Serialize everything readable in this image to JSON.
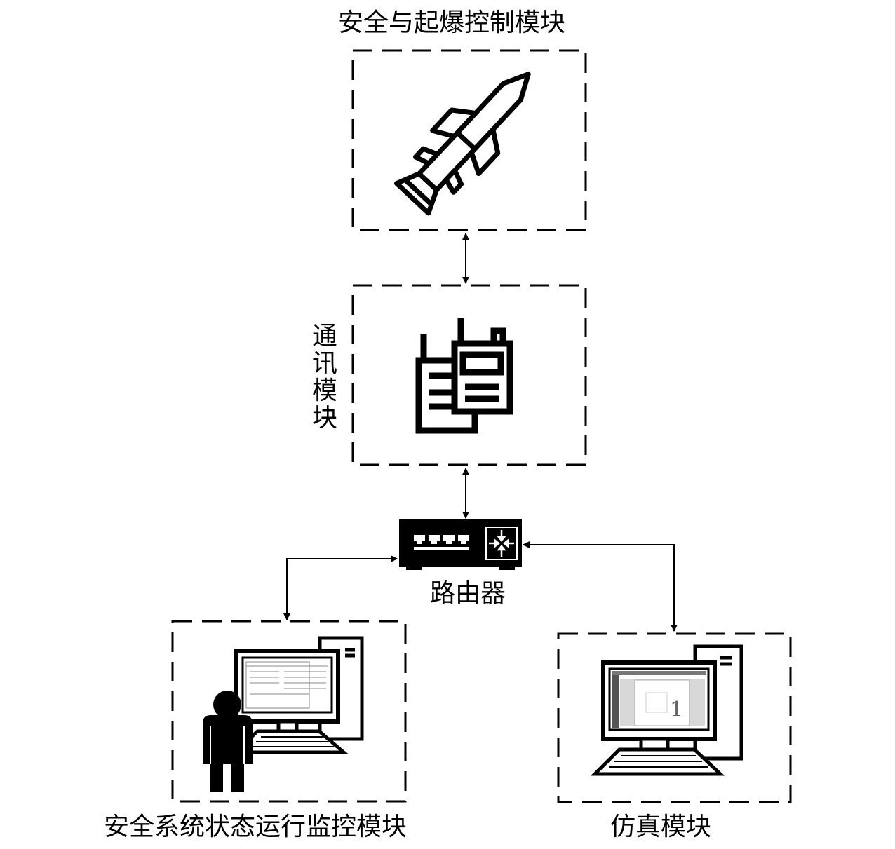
{
  "labels": {
    "sad_module": "安全与起爆控制模块",
    "comm_module": [
      "通",
      "讯",
      "模",
      "块"
    ],
    "router": "路由器",
    "monitor_module": "安全系统状态运行监控模块",
    "sim_module": "仿真模块"
  },
  "icons": {
    "sad": "missile-icon",
    "comm": "walkie-talkie-icon",
    "router": "router-icon",
    "monitor": "operator-computer-icon",
    "sim": "computer-icon"
  },
  "simulation_screen_digit": "1",
  "connections": [
    {
      "from": "sad_module",
      "to": "comm_module",
      "direction": "bidirectional"
    },
    {
      "from": "comm_module",
      "to": "router",
      "direction": "bidirectional"
    },
    {
      "from": "router",
      "to": "monitor_module",
      "direction": "bidirectional"
    },
    {
      "from": "router",
      "to": "sim_module",
      "direction": "bidirectional"
    }
  ]
}
